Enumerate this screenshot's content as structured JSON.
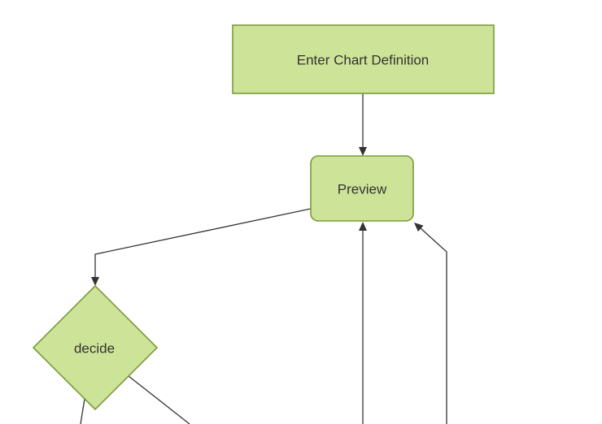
{
  "diagram": {
    "type": "flowchart",
    "orientation": "top-down",
    "colors": {
      "background": "#ffffff",
      "node_fill": "#cde498",
      "node_border": "#7a9b3a",
      "edge": "#333333",
      "text": "#333333"
    },
    "nodes": [
      {
        "id": "enter-chart-definition",
        "shape": "rectangle",
        "label": "Enter Chart Definition"
      },
      {
        "id": "preview",
        "shape": "rounded-rectangle",
        "label": "Preview"
      },
      {
        "id": "decide",
        "shape": "diamond",
        "label": "decide"
      }
    ],
    "edges": [
      {
        "from": "enter-chart-definition",
        "to": "preview",
        "arrowhead": true
      },
      {
        "from": "preview",
        "to": "decide",
        "arrowhead": true
      },
      {
        "from": "offscreen-bottom-center",
        "to": "preview",
        "arrowhead": true
      },
      {
        "from": "offscreen-bottom-right",
        "to": "preview",
        "arrowhead": true
      },
      {
        "from": "decide",
        "to": "offscreen-bottom-left",
        "arrowhead": false
      },
      {
        "from": "decide",
        "to": "offscreen-bottom-right",
        "arrowhead": false
      }
    ]
  }
}
